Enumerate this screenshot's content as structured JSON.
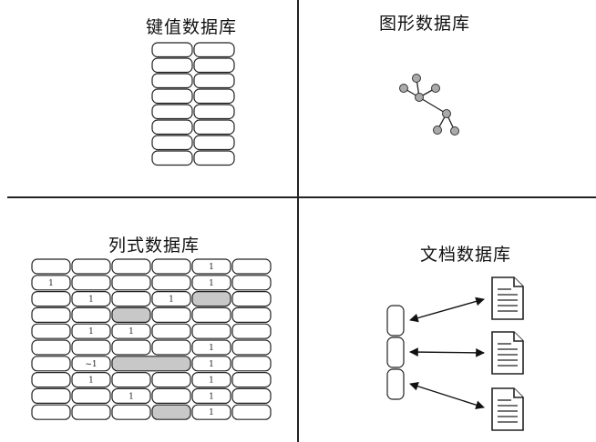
{
  "quadrants": {
    "key_value": {
      "title": "键值数据库",
      "rows": 8
    },
    "graph": {
      "title": "图形数据库"
    },
    "column": {
      "title": "列式数据库",
      "cells": [
        [
          "",
          "",
          "",
          "",
          "1",
          ""
        ],
        [
          "1",
          "",
          "",
          "",
          "1",
          ""
        ],
        [
          "",
          "1",
          "",
          "1",
          "#",
          ""
        ],
        [
          "",
          "",
          "#",
          "",
          "",
          ""
        ],
        [
          "",
          "1",
          "1",
          "",
          "",
          ""
        ],
        [
          "",
          "",
          "",
          "",
          "1",
          ""
        ],
        [
          "",
          "~1",
          "#",
          "#",
          "1",
          ""
        ],
        [
          "",
          "1",
          "",
          "",
          "1",
          ""
        ],
        [
          "",
          "",
          "1",
          "",
          "1",
          ""
        ],
        [
          "",
          "",
          "",
          "#",
          "1",
          ""
        ]
      ]
    },
    "document": {
      "title": "文档数据库",
      "documents": 3
    }
  }
}
